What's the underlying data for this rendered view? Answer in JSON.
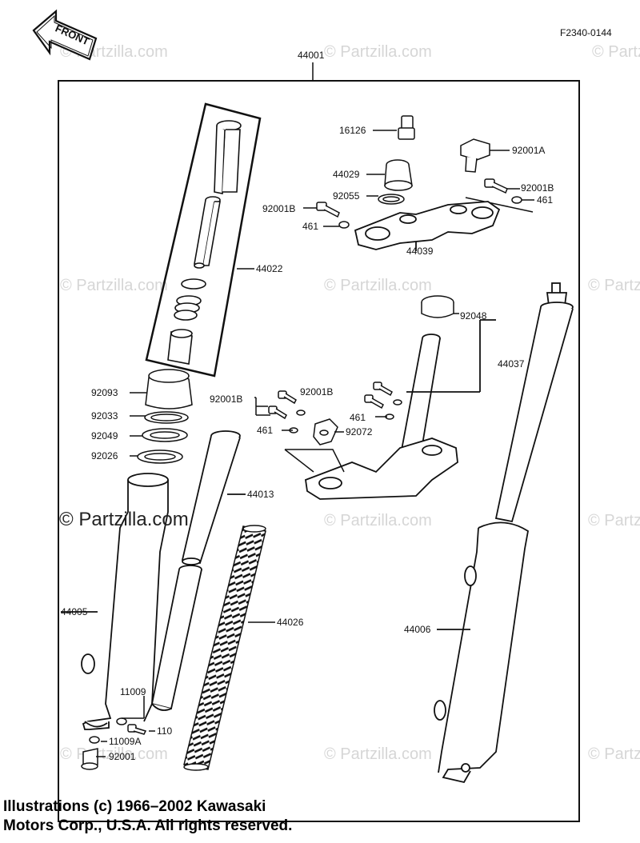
{
  "front_badge": "FRONT",
  "ref_code": "F2340-0144",
  "watermark_text": "© Partzilla.com",
  "watermark_prominent": "© Partzilla.com",
  "copyright_line1": "Illustrations (c) 1966–2002 Kawasaki",
  "copyright_line2": "Motors Corp., U.S.A.  All rights reserved.",
  "parts": {
    "p44001": "44001",
    "p16126": "16126",
    "p92001A": "92001A",
    "p44029": "44029",
    "p92001B_r": "92001B",
    "p92055": "92055",
    "p461_r": "461",
    "p92001B_l": "92001B",
    "p461_l": "461",
    "p44039": "44039",
    "p44022": "44022",
    "p92048": "92048",
    "p44037": "44037",
    "p92093": "92093",
    "p92001B_m1": "92001B",
    "p92001B_m2": "92001B",
    "p92033": "92033",
    "p461_m1": "461",
    "p461_m2": "461",
    "p92072": "92072",
    "p92049": "92049",
    "p92026": "92026",
    "p44013": "44013",
    "p44005": "44005",
    "p44026": "44026",
    "p44006": "44006",
    "p11009": "11009",
    "p110": "110",
    "p11009A": "11009A",
    "p92001": "92001"
  }
}
